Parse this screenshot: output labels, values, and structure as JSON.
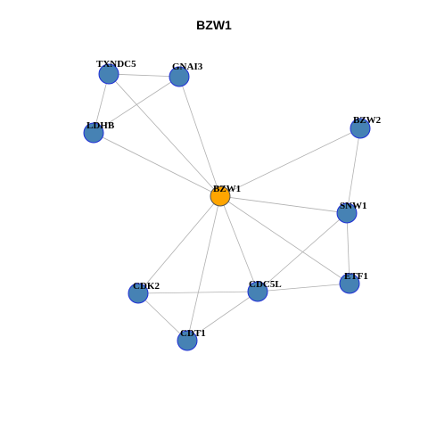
{
  "title": "BZW1",
  "colors": {
    "hub_fill": "#ffa500",
    "hub_stroke": "#555555",
    "node_fill": "#4682b4",
    "node_stroke": "#1f2fd6",
    "edge": "#b0b0b0"
  },
  "nodes": [
    {
      "id": "BZW1",
      "label": "BZW1",
      "hub": true
    },
    {
      "id": "TXNDC5",
      "label": "TXNDC5",
      "hub": false
    },
    {
      "id": "GNAI3",
      "label": "GNAI3",
      "hub": false
    },
    {
      "id": "LDHB",
      "label": "LDHB",
      "hub": false
    },
    {
      "id": "BZW2",
      "label": "BZW2",
      "hub": false
    },
    {
      "id": "SNW1",
      "label": "SNW1",
      "hub": false
    },
    {
      "id": "ETF1",
      "label": "ETF1",
      "hub": false
    },
    {
      "id": "CDC5L",
      "label": "CDC5L",
      "hub": false
    },
    {
      "id": "CDK2",
      "label": "CDK2",
      "hub": false
    },
    {
      "id": "CDT1",
      "label": "CDT1",
      "hub": false
    }
  ],
  "edges": [
    [
      "TXNDC5",
      "GNAI3"
    ],
    [
      "TXNDC5",
      "LDHB"
    ],
    [
      "TXNDC5",
      "BZW1"
    ],
    [
      "GNAI3",
      "LDHB"
    ],
    [
      "GNAI3",
      "BZW1"
    ],
    [
      "LDHB",
      "BZW1"
    ],
    [
      "BZW2",
      "BZW1"
    ],
    [
      "BZW2",
      "SNW1"
    ],
    [
      "BZW1",
      "SNW1"
    ],
    [
      "BZW1",
      "ETF1"
    ],
    [
      "BZW1",
      "CDC5L"
    ],
    [
      "BZW1",
      "CDK2"
    ],
    [
      "BZW1",
      "CDT1"
    ],
    [
      "SNW1",
      "ETF1"
    ],
    [
      "SNW1",
      "CDC5L"
    ],
    [
      "CDC5L",
      "ETF1"
    ],
    [
      "CDK2",
      "CDC5L"
    ],
    [
      "CDK2",
      "CDT1"
    ],
    [
      "CDT1",
      "CDC5L"
    ]
  ]
}
